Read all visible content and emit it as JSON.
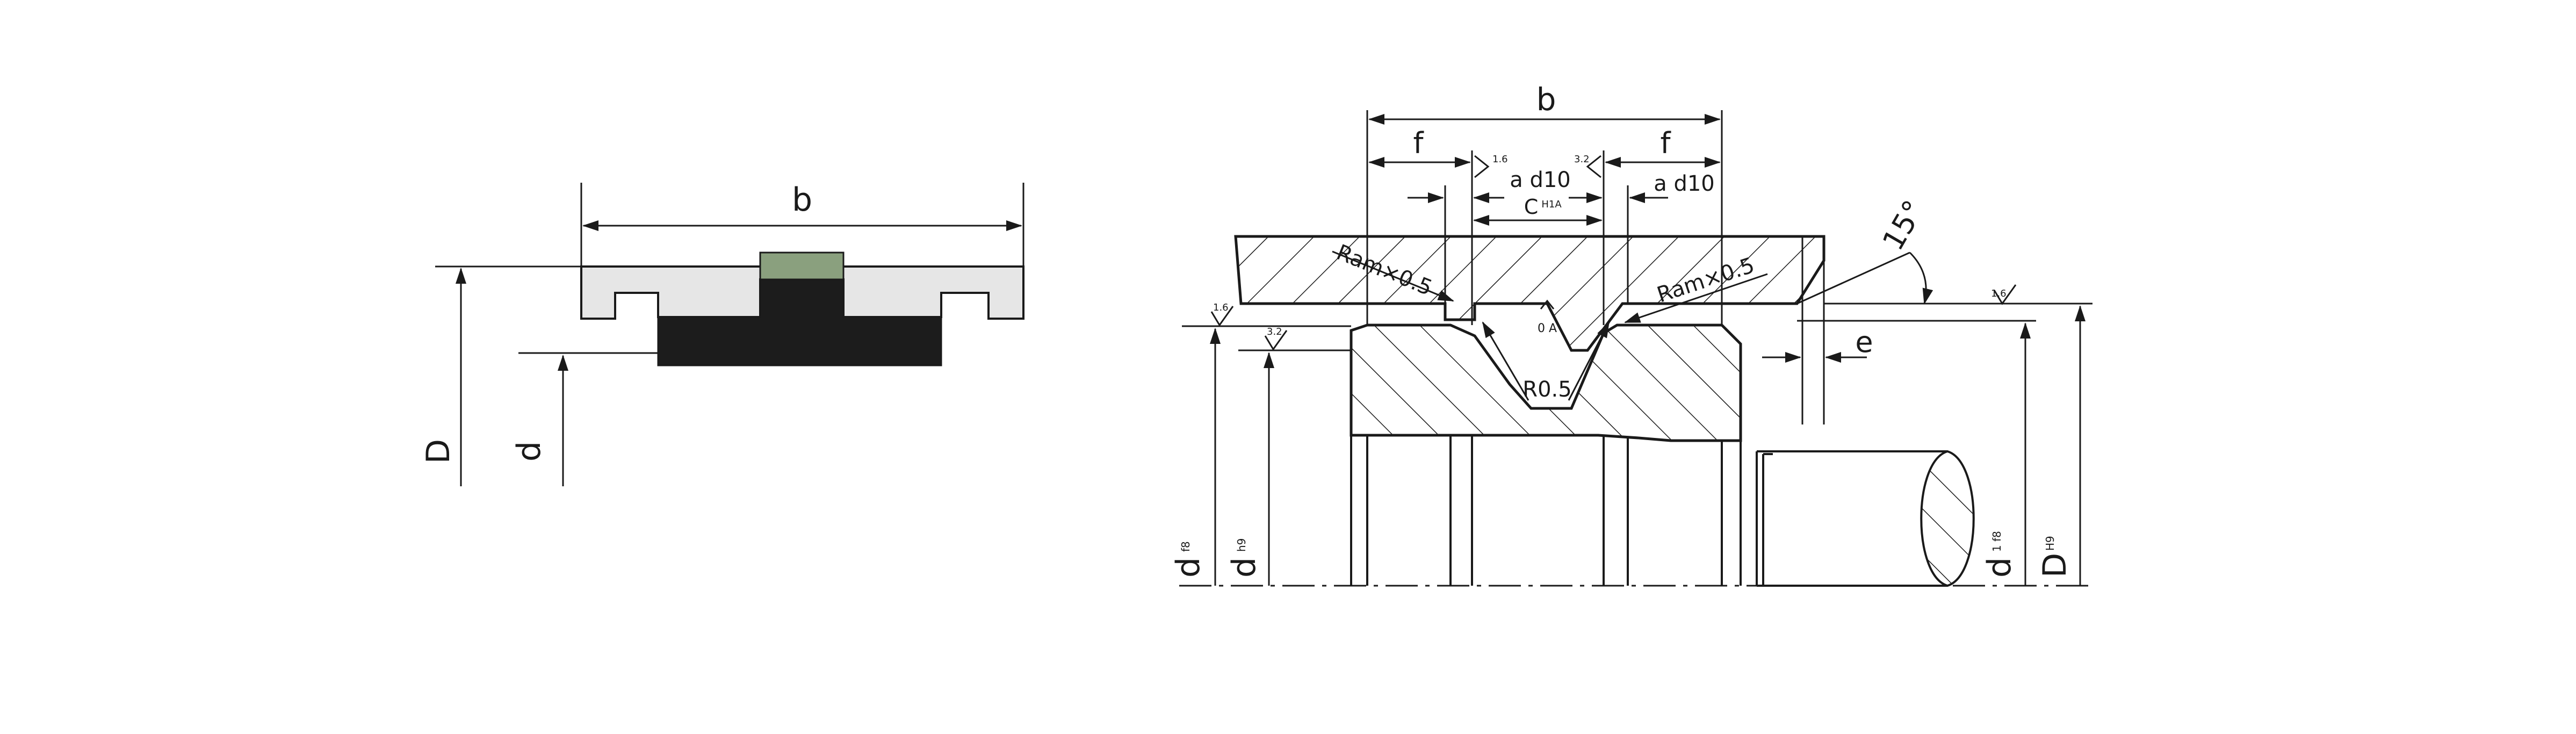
{
  "left_figure": {
    "width_label": "b",
    "outer_dia_label": "D",
    "inner_dia_label": "d"
  },
  "right_figure": {
    "width_label": "b",
    "f_left_label": "f",
    "f_right_label": "f",
    "a_left_label": "a d10",
    "a_right_label": "a d10",
    "c_label": "C",
    "c_tol": "H1A",
    "ram_left_label": "Ram×0.5",
    "ram_right_label": "Ram×0.5",
    "r_label": "R0.5",
    "center_note": "0 A",
    "e_label": "e",
    "angle_label": "15°",
    "dia_labels": {
      "d_f8": "d",
      "d_f8_tol": "f8",
      "d_h9": "d",
      "d_h9_tol": "h9",
      "d1_f8": "d",
      "d1_f8_tol": "1 f8",
      "D_H9": "D",
      "D_H9_tol": "H9"
    },
    "roughness_marks": [
      "1.6",
      "3.2",
      "1.6",
      "1.6",
      "3.2"
    ]
  },
  "colors": {
    "line": "#1a1a1a",
    "seal_green": "#8aa07e",
    "seal_black": "#1c1c1c",
    "housing_gray": "#e6e6e6"
  }
}
